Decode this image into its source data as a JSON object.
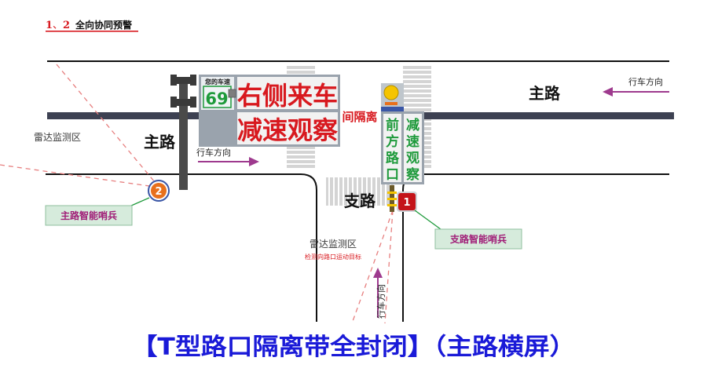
{
  "header": {
    "number_1": "1",
    "separator": "、",
    "number_2": "2",
    "title": "全向协同预警"
  },
  "roads": {
    "main_road_label_right": "主路",
    "main_road_label_left": "主路",
    "branch_road_label": "支路"
  },
  "directions": {
    "main_right": "行车方向",
    "main_left": "行车方向",
    "branch_up": "行车方向"
  },
  "radar": {
    "left_zone_label": "雷达监测区",
    "bottom_zone_label": "雷达监测区",
    "bottom_zone_sub": "检测向路口运动目标"
  },
  "sentinels": {
    "main": {
      "badge": "2",
      "label": "主路智能哨兵"
    },
    "branch": {
      "badge": "1",
      "label": "支路智能哨兵"
    }
  },
  "main_sign": {
    "speed_caption": "您的车速",
    "speed_value": "69",
    "line1": "右侧来车",
    "line2": "减速观察",
    "hidden_text": "间隔离"
  },
  "branch_sign": {
    "col1": [
      "前",
      "方",
      "路",
      "口"
    ],
    "col2": [
      "减",
      "速",
      "观",
      "察"
    ]
  },
  "footer": {
    "caption": "【T型路口隔离带全封闭】（主路横屏）"
  },
  "colors": {
    "accent_red": "#d8191f",
    "road_band": "#3d4152",
    "arrow_purple": "#9e3a8e",
    "sign_green": "#1e9a3b",
    "footer_blue": "#1a1ad8",
    "label_box_bg": "#d6ebdc",
    "label_box_text": "#a01d77",
    "badge_orange": "#e8701c"
  }
}
